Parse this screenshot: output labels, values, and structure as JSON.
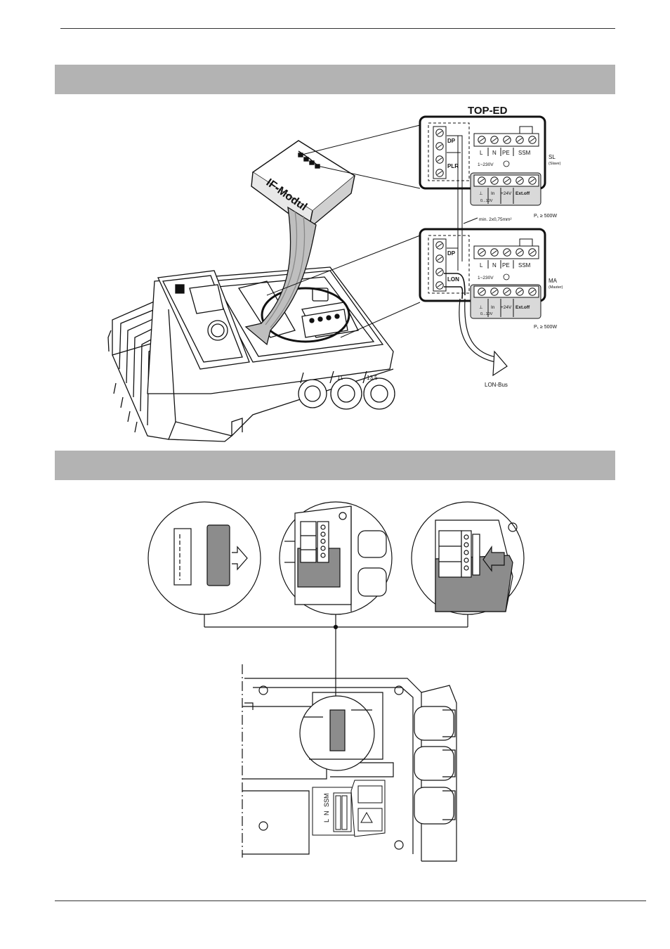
{
  "diagram_top": {
    "title": "TOP-ED",
    "module_label": "IF-Modul",
    "slave": {
      "terminals_left": [
        "DP",
        "PLR"
      ],
      "terminals_top": [
        "L",
        "N",
        "PE",
        "SSM"
      ],
      "voltage": "1~230V",
      "terminals_bottom": [
        "⊥",
        "In",
        "0...10V",
        "+24V",
        "Ext.off"
      ],
      "role": "SL",
      "role_sub": "(Slave)",
      "power": "P₁ ≥ 500W"
    },
    "cable_note": "min. 2x0,75mm²",
    "master": {
      "terminals_left": [
        "DP",
        "LON"
      ],
      "terminals_top": [
        "L",
        "N",
        "PE",
        "SSM"
      ],
      "voltage": "1~230V",
      "terminals_bottom": [
        "⊥",
        "In",
        "0...10V",
        "+24V",
        "Ext.off"
      ],
      "role": "MA",
      "role_sub": "(Master)",
      "power": "P₁ ≥ 500W"
    },
    "bus_label": "LON-Bus",
    "gland_labels": [
      "11",
      "13,5"
    ]
  },
  "diagram_bottom": {
    "terminal_marks": [
      "L",
      "N",
      "SSM"
    ]
  },
  "colors": {
    "header_bar": "#b3b3b3",
    "panel_gray": "#d9d9d9",
    "fill_gray": "#8c8c8c"
  }
}
